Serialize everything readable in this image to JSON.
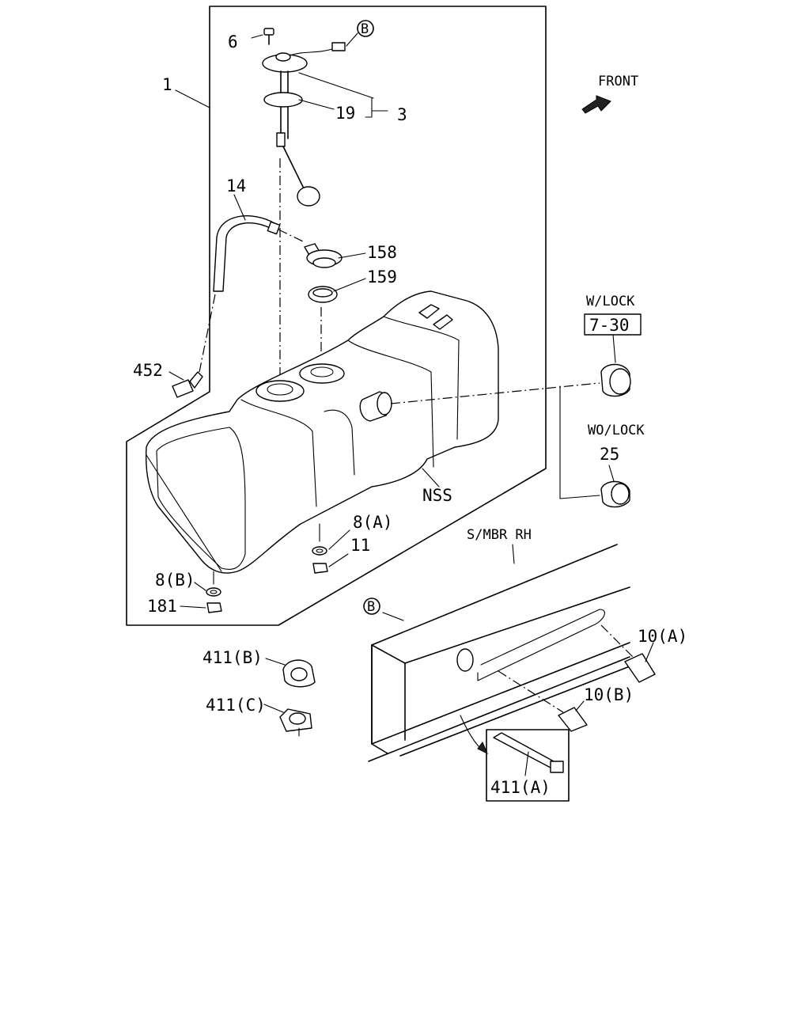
{
  "labels": {
    "p1": "1",
    "p3": "3",
    "p6": "6",
    "p19": "19",
    "p14": "14",
    "p158": "158",
    "p159": "159",
    "p452": "452",
    "nss": "NSS",
    "p8a": "8(A)",
    "p11": "11",
    "p8b": "8(B)",
    "p181": "181",
    "front": "FRONT",
    "wlock": "W/LOCK",
    "ref730": "7-30",
    "wolock": "WO/LOCK",
    "p25": "25",
    "smbr": "S/MBR RH",
    "ref_b_top": "B",
    "ref_b_frame": "B",
    "p10a": "10(A)",
    "p10b": "10(B)",
    "p411b": "411(B)",
    "p411c": "411(C)",
    "p411a": "411(A)"
  }
}
